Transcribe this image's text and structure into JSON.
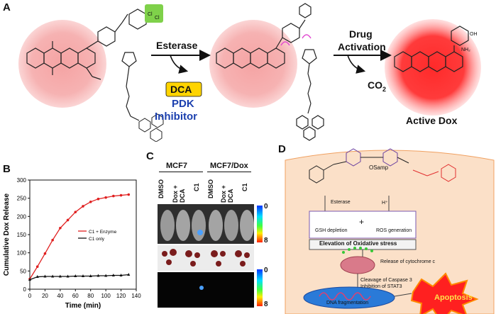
{
  "panels": {
    "a": {
      "letter": "A",
      "step1_label": "Esterase",
      "byproduct": "DCA",
      "target_line1": "PDK",
      "target_line2": "Inhibitor",
      "step2_line1": "Drug",
      "step2_line2": "Activation",
      "gas": "CO",
      "gas_sub": "2",
      "product": "Active Dox",
      "colors": {
        "glow": "#f07c7c",
        "dca_box": "#ffd400",
        "pdk": "#1b3fae",
        "red_glow": "#ff1a1a",
        "cl_box": "#7fd14a"
      }
    },
    "b": {
      "letter": "B",
      "ylabel": "Cumulative Dox Release",
      "xlabel": "Time (min)"
    },
    "c": {
      "letter": "C",
      "group1": "MCF7",
      "group2": "MCF7/Dox",
      "lanes": [
        "DMSO",
        "Dox + DCA",
        "C1",
        "DMSO",
        "Dox + DCA",
        "C1"
      ],
      "scale_top": [
        "0",
        "8"
      ],
      "scale_bottom": [
        "0",
        "8"
      ]
    },
    "d": {
      "letter": "D",
      "probe": "OSamp",
      "arrow1": "Esterase",
      "arrow2": "H⁺",
      "left_box": "GSH depletion",
      "plus": "+",
      "right_box": "ROS generation",
      "stress": "Elevation of Oxidative stress",
      "cytc": "Release of cytochrome c",
      "casp_line1": "Cleavage of Caspase 3",
      "casp_line2": "Inhibition of STAT3",
      "dna": "DNA fragmentation",
      "apoptosis": "Apoptosis"
    }
  },
  "chart_data": {
    "type": "line",
    "xlim": [
      0,
      140
    ],
    "ylim": [
      0,
      300
    ],
    "xticks": [
      0,
      20,
      40,
      60,
      80,
      100,
      120,
      140
    ],
    "yticks": [
      0,
      50,
      100,
      150,
      200,
      250,
      300
    ],
    "xlabel": "Time (min)",
    "ylabel": "Cumulative Dox Release",
    "legend_position": "right-middle",
    "series": [
      {
        "name": "C1 + Enzyme",
        "color": "#e02020",
        "x": [
          0,
          10,
          20,
          30,
          40,
          50,
          60,
          70,
          80,
          90,
          100,
          110,
          120,
          130
        ],
        "y": [
          28,
          62,
          98,
          135,
          168,
          190,
          212,
          228,
          240,
          248,
          252,
          256,
          258,
          260
        ]
      },
      {
        "name": "C1 only",
        "color": "#111111",
        "x": [
          0,
          10,
          20,
          30,
          40,
          50,
          60,
          70,
          80,
          90,
          100,
          110,
          120,
          130
        ],
        "y": [
          26,
          34,
          35,
          35,
          35,
          35,
          36,
          36,
          36,
          37,
          37,
          38,
          38,
          40
        ]
      }
    ]
  }
}
